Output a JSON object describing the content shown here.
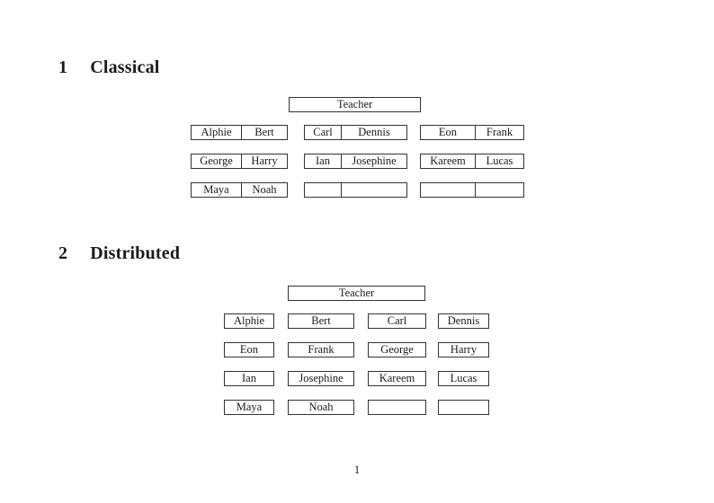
{
  "sections": [
    {
      "number": "1",
      "title": "Classical"
    },
    {
      "number": "2",
      "title": "Distributed"
    }
  ],
  "classical": {
    "teacher_label": "Teacher",
    "groups": [
      {
        "rows": [
          [
            "Alphie",
            "Bert"
          ],
          [
            "George",
            "Harry"
          ],
          [
            "Maya",
            "Noah"
          ]
        ]
      },
      {
        "rows": [
          [
            "Carl",
            "Dennis"
          ],
          [
            "Ian",
            "Josephine"
          ],
          [
            "",
            ""
          ]
        ]
      },
      {
        "rows": [
          [
            "Eon",
            "Frank"
          ],
          [
            "Kareem",
            "Lucas"
          ],
          [
            "",
            ""
          ]
        ]
      }
    ]
  },
  "distributed": {
    "teacher_label": "Teacher",
    "rows": [
      [
        "Alphie",
        "Bert",
        "Carl",
        "Dennis"
      ],
      [
        "Eon",
        "Frank",
        "George",
        "Harry"
      ],
      [
        "Ian",
        "Josephine",
        "Kareem",
        "Lucas"
      ],
      [
        "Maya",
        "Noah",
        "",
        ""
      ]
    ]
  },
  "page": {
    "number": "1"
  }
}
